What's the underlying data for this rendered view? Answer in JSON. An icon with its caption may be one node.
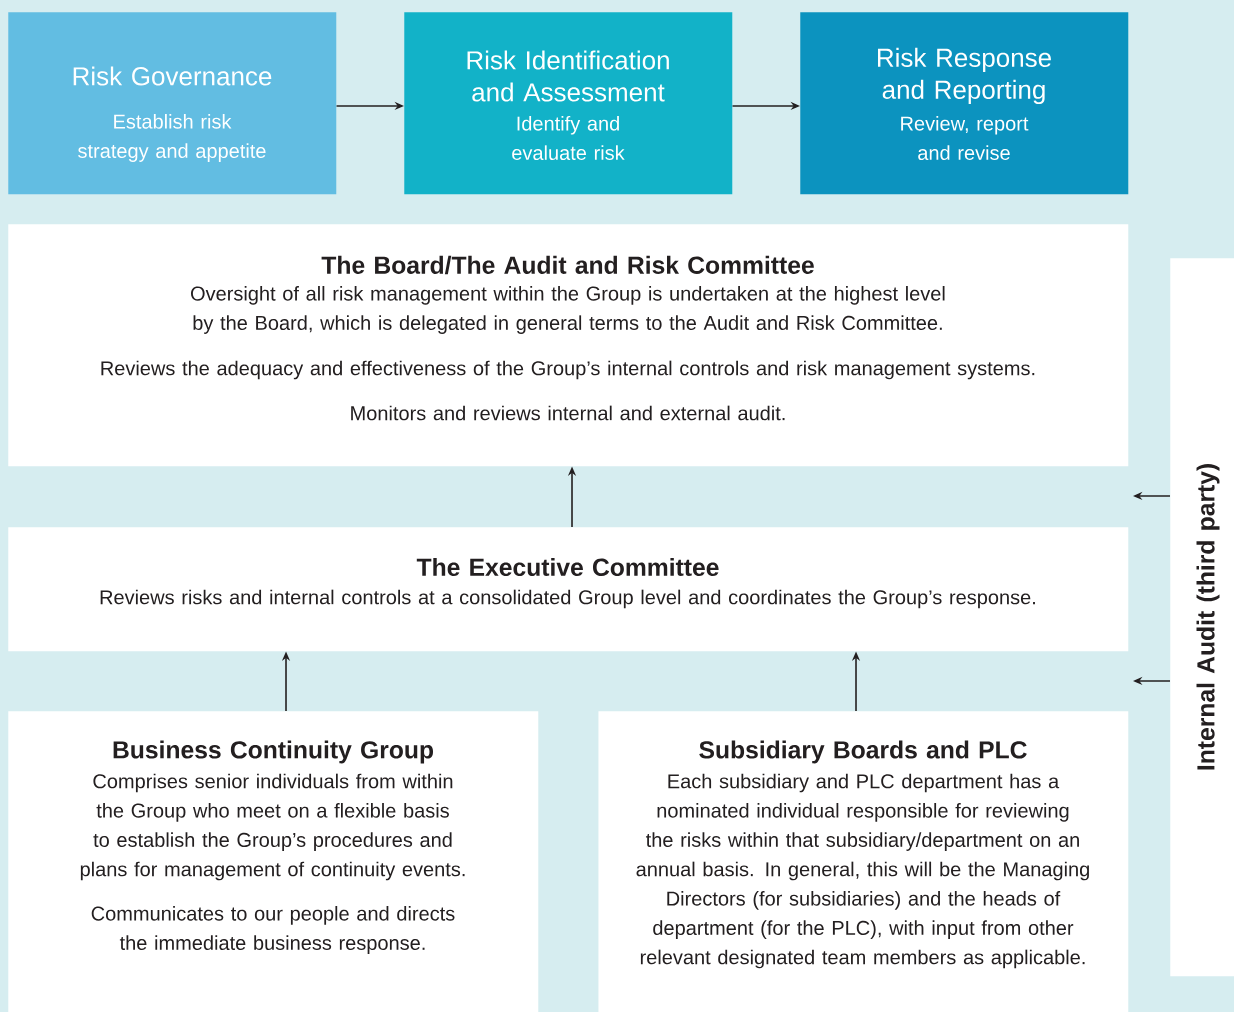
{
  "diagram": {
    "nodes": [
      {
        "text": [
          "Risk Governance",
          "Establish risk strategy and appetite"
        ]
      },
      {
        "text": [
          "Risk Identification and Assessment",
          "Identify and evaluate risk"
        ]
      },
      {
        "text": [
          "Risk Response and Reporting",
          "Review, report and revise"
        ]
      },
      {
        "text": [
          "The Board/The Audit and Risk Committee",
          "Oversight of all risk management within the Group is undertaken at the highest level by the Board, which is delegated in general terms to the Audit and Risk Committee.",
          "Reviews the adequacy and effectiveness of the Group’s internal controls and risk management systems.",
          "Monitors and reviews internal and external audit."
        ]
      },
      {
        "text": [
          "The Executive Committee",
          "Reviews risks and internal controls at a consolidated Group level and coordinates the Group’s response."
        ]
      },
      {
        "text": [
          "Business Continuity Group",
          "Comprises senior individuals from within the Group who meet on a flexible basis to establish the Group’s procedures and plans for management of continuity events.",
          "Communicates to our people and directs the immediate business response."
        ]
      },
      {
        "text": [
          "Subsidiary Boards and PLC",
          "Each subsidiary and PLC department has a nominated individual responsible for reviewing the risks within that subsidiary/department on an annual basis. In general, this will be the Managing Directors (for subsidiaries) and the heads of department (for the PLC), with input from other relevant designated team members as applicable."
        ]
      },
      {
        "text": [
          "Internal Audit (third party)"
        ]
      }
    ],
    "edges": [
      {
        "from": 0,
        "to": 1,
        "arrow": "to"
      },
      {
        "from": 1,
        "to": 2,
        "arrow": "to"
      },
      {
        "from": 4,
        "to": 3,
        "arrow": "to"
      },
      {
        "from": 5,
        "to": 4,
        "arrow": "to"
      },
      {
        "from": 6,
        "to": 4,
        "arrow": "to"
      },
      {
        "from": 7,
        "to": null,
        "arrow": "to"
      },
      {
        "from": 7,
        "to": null,
        "arrow": "to"
      }
    ]
  }
}
